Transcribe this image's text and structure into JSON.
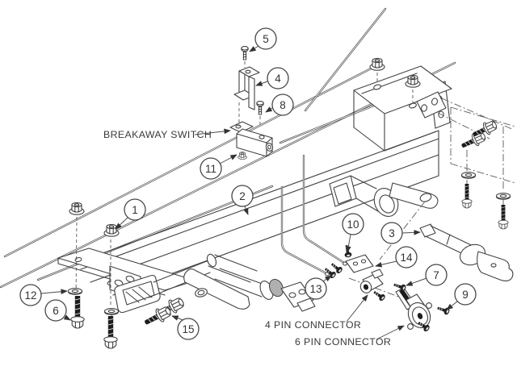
{
  "figure": {
    "type": "exploded-parts-diagram",
    "subject": "trailer hitch assembly instruction drawing"
  },
  "colors": {
    "background": "#ffffff",
    "line": "#424242",
    "text": "#3a3a3a",
    "dark_part": "#1d1d1d",
    "shaded_part": "#b0b0b0"
  },
  "labels": {
    "breakaway_switch": "BREAKAWAY SWITCH",
    "four_pin_connector": "4 PIN CONNECTOR",
    "six_pin_connector": "6 PIN CONNECTOR"
  },
  "callouts": [
    {
      "label": "1"
    },
    {
      "label": "2"
    },
    {
      "label": "3"
    },
    {
      "label": "4"
    },
    {
      "label": "5"
    },
    {
      "label": "6"
    },
    {
      "label": "7"
    },
    {
      "label": "8"
    },
    {
      "label": "9"
    },
    {
      "label": "10"
    },
    {
      "label": "11"
    },
    {
      "label": "12"
    },
    {
      "label": "13"
    },
    {
      "label": "14"
    },
    {
      "label": "15"
    }
  ]
}
